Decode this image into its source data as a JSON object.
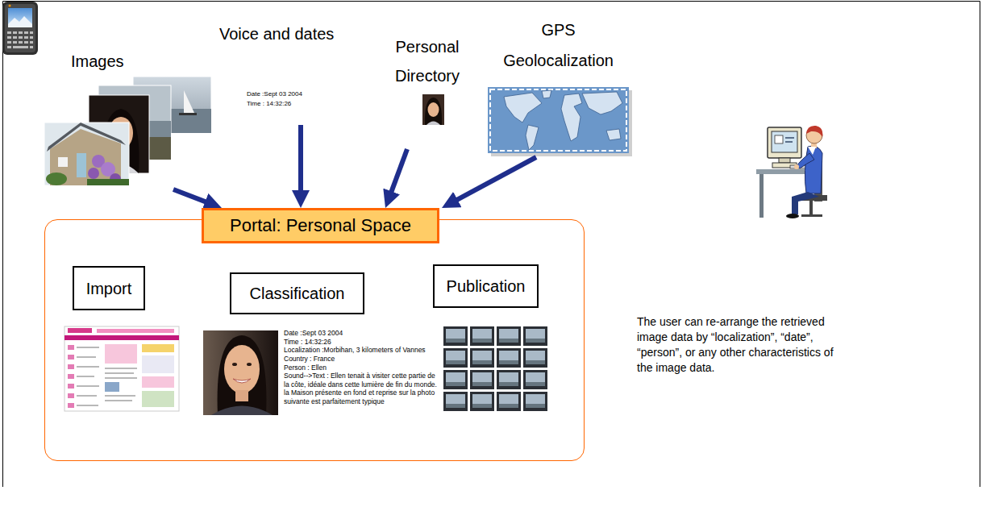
{
  "diagram": {
    "nodes": [
      {
        "text": [
          "Images"
        ]
      },
      {
        "text": [
          "Voice and dates",
          "Date :Sept 03 2004",
          "Time : 14:32:26"
        ]
      },
      {
        "text": [
          "Personal Directory"
        ]
      },
      {
        "text": [
          "GPS Geolocalization"
        ]
      },
      {
        "text": [
          "Portal: Personal Space"
        ]
      },
      {
        "text": [
          "Import"
        ],
        "in": 4
      },
      {
        "text": [
          "Classification"
        ],
        "in": 4
      },
      {
        "text": [
          "Publication"
        ],
        "in": 4
      }
    ],
    "edges": [
      {
        "from": 0,
        "to": 4,
        "arrow": "to"
      },
      {
        "from": 1,
        "to": 4,
        "arrow": "to"
      },
      {
        "from": 2,
        "to": 4,
        "arrow": "to"
      },
      {
        "from": 3,
        "to": 4,
        "arrow": "to"
      }
    ],
    "labels": [
      "Date :Sept 03 2004",
      "Time : 14:32:26",
      "Localization :Morbihan, 3 kilometers of Vannes",
      "Country : France",
      "Person : Ellen",
      "Sound-->Text : Ellen tenait à visiter cette partie de la côte, idéale dans cette lumière de fin du monde. la Maison présente en fond et reprise sur la photo suivante est parfaitement typique",
      "The user can re-arrange the retrieved image data by “localization”, “date”, “person”, or any other characteristics of the image data."
    ]
  }
}
